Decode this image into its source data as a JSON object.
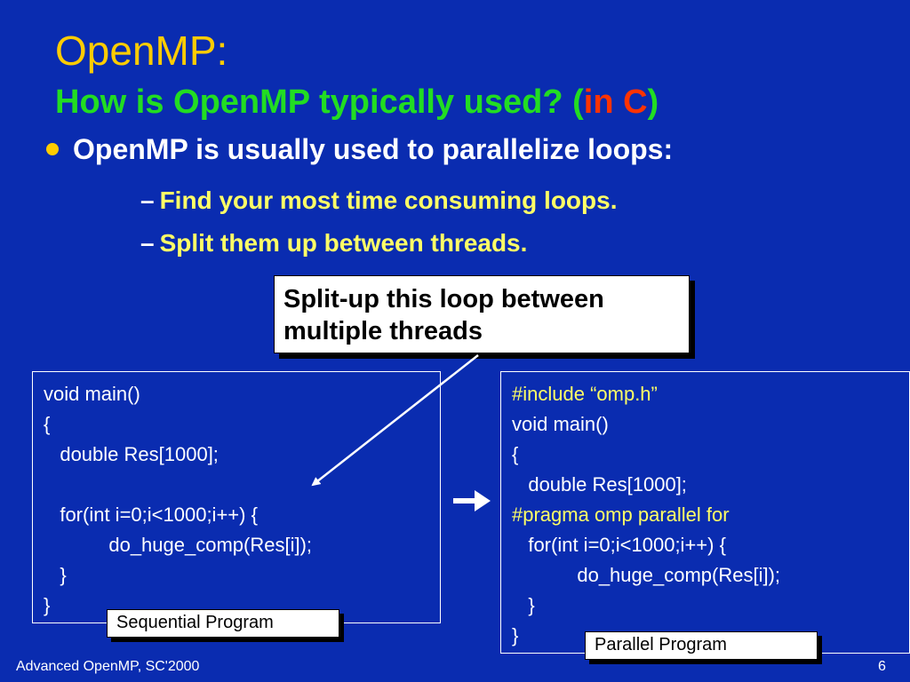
{
  "title": "OpenMP:",
  "subtitle": {
    "main": "How is OpenMP typically used? (",
    "accent": "in C",
    "close": ")"
  },
  "bullet": "OpenMP is usually used to parallelize loops:",
  "sub_bullets": [
    "Find your most time consuming loops.",
    "Split them up between threads."
  ],
  "dash": "–",
  "callout": {
    "line1": "Split-up this loop between",
    "line2": "multiple threads"
  },
  "sequential_code": [
    "void main()",
    "{",
    "   double Res[1000];",
    "",
    "   for(int i=0;i<1000;i++) {",
    "            do_huge_comp(Res[i]);",
    "   }",
    "}"
  ],
  "parallel_code": [
    "#include “omp.h”",
    "void main()",
    "{",
    "   double Res[1000];",
    "#pragma omp parallel for",
    "   for(int i=0;i<1000;i++) {",
    "            do_huge_comp(Res[i]);",
    "   }",
    "}"
  ],
  "sequential_label": "Sequential Program",
  "parallel_label": "Parallel  Program",
  "footer": "Advanced OpenMP, SC'2000",
  "page_number": "6",
  "colors": {
    "background": "#0a2cb0",
    "title": "#ffcc00",
    "subtitle": "#22dd22",
    "accent": "#ff3300",
    "sub_bullet": "#ffff66"
  }
}
